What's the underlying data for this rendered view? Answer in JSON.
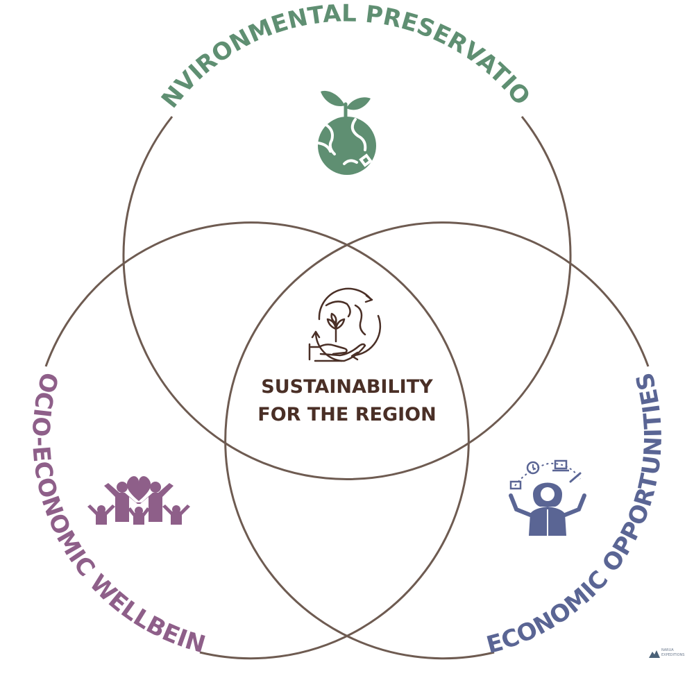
{
  "labels": {
    "top": "ENVIRONMENTAL PRESERVATION",
    "left": "SOCIO-ECONOMIC WELLBEING",
    "right": "ECONOMIC OPPORTUNITIES"
  },
  "center": {
    "line1": "SUSTAINABILITY",
    "line2": "FOR THE REGION"
  },
  "logo": {
    "line1": "NARUA",
    "line2": "EXPEDITIONS"
  },
  "colors": {
    "ring": "#6e5b51",
    "environment": "#5f8f72",
    "socio": "#8e5f89",
    "economic": "#5a6594",
    "center_text": "#4a2f26"
  },
  "icons": {
    "environment": "sprouting-globe-icon",
    "socio": "people-with-heart-icon",
    "economic": "juggling-person-icon",
    "center": "hand-plant-cycle-icon"
  }
}
